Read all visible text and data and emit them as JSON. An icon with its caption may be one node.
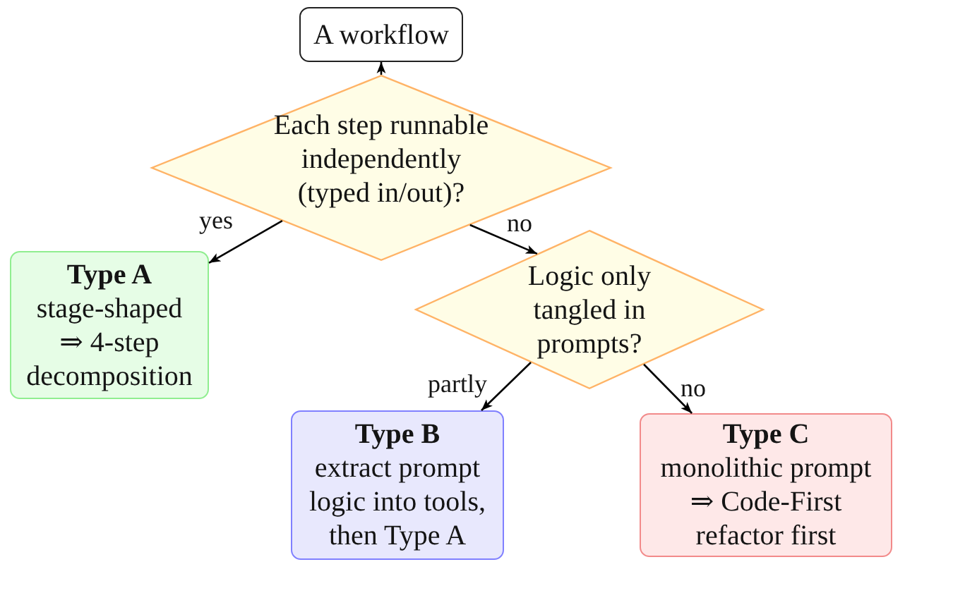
{
  "diagram": {
    "nodes": [
      {
        "text": [
          "A workflow"
        ]
      },
      {
        "text": [
          "Each step runnable independently (typed in/out)?"
        ]
      },
      {
        "text": [
          "Type A",
          "stage-shaped ⇒ 4-step decomposition"
        ]
      },
      {
        "text": [
          "Logic only tangled in prompts?"
        ]
      },
      {
        "text": [
          "Type B",
          "extract prompt logic into tools, then Type A"
        ]
      },
      {
        "text": [
          "Type C",
          "monolithic prompt ⇒ Code-First refactor first"
        ]
      }
    ],
    "edges": [
      {
        "from": 1,
        "to": 0,
        "arrow": "to"
      },
      {
        "from": 1,
        "to": 2,
        "arrow": "to",
        "label": "yes"
      },
      {
        "from": 1,
        "to": 3,
        "arrow": "to",
        "label": "no"
      },
      {
        "from": 3,
        "to": 4,
        "arrow": "to",
        "label": "partly"
      },
      {
        "from": 3,
        "to": 5,
        "arrow": "to",
        "label": "no"
      }
    ]
  }
}
